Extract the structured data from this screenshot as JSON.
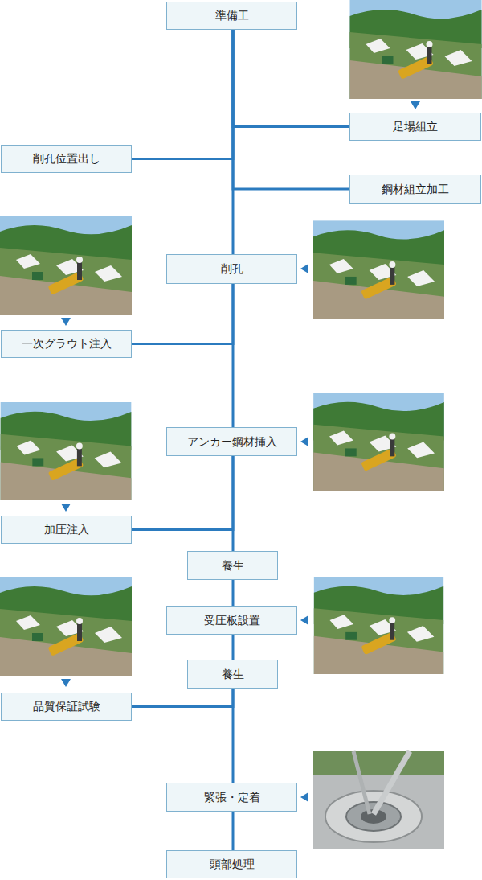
{
  "diagram": {
    "nodes": [
      {
        "text": [
          "準備工"
        ]
      },
      {
        "text": [
          "足場組立"
        ]
      },
      {
        "text": [
          "削孔位置出し"
        ]
      },
      {
        "text": [
          "鋼材組立加工"
        ]
      },
      {
        "text": [
          "削孔"
        ]
      },
      {
        "text": [
          "一次グラウト注入"
        ]
      },
      {
        "text": [
          "アンカー鋼材挿入"
        ]
      },
      {
        "text": [
          "加圧注入"
        ]
      },
      {
        "text": [
          "養生"
        ]
      },
      {
        "text": [
          "受圧板設置"
        ]
      },
      {
        "text": [
          "養生"
        ]
      },
      {
        "text": [
          "品質保証試験"
        ]
      },
      {
        "text": [
          "緊張・定着"
        ]
      },
      {
        "text": [
          "頭部処理"
        ]
      }
    ],
    "edges": [
      {
        "from": 0,
        "to": 4,
        "arrow": "none"
      },
      {
        "from": 0,
        "to": 1,
        "arrow": "none"
      },
      {
        "from": 0,
        "to": 2,
        "arrow": "none"
      },
      {
        "from": 0,
        "to": 3,
        "arrow": "none"
      },
      {
        "from": 4,
        "to": 5,
        "arrow": "none"
      },
      {
        "from": 4,
        "to": 6,
        "arrow": "none"
      },
      {
        "from": 6,
        "to": 7,
        "arrow": "none"
      },
      {
        "from": 6,
        "to": 8,
        "arrow": "none"
      },
      {
        "from": 8,
        "to": 9,
        "arrow": "none"
      },
      {
        "from": 9,
        "to": 10,
        "arrow": "none"
      },
      {
        "from": 10,
        "to": 11,
        "arrow": "none"
      },
      {
        "from": 10,
        "to": 12,
        "arrow": "none"
      },
      {
        "from": 12,
        "to": 13,
        "arrow": "none"
      }
    ]
  }
}
